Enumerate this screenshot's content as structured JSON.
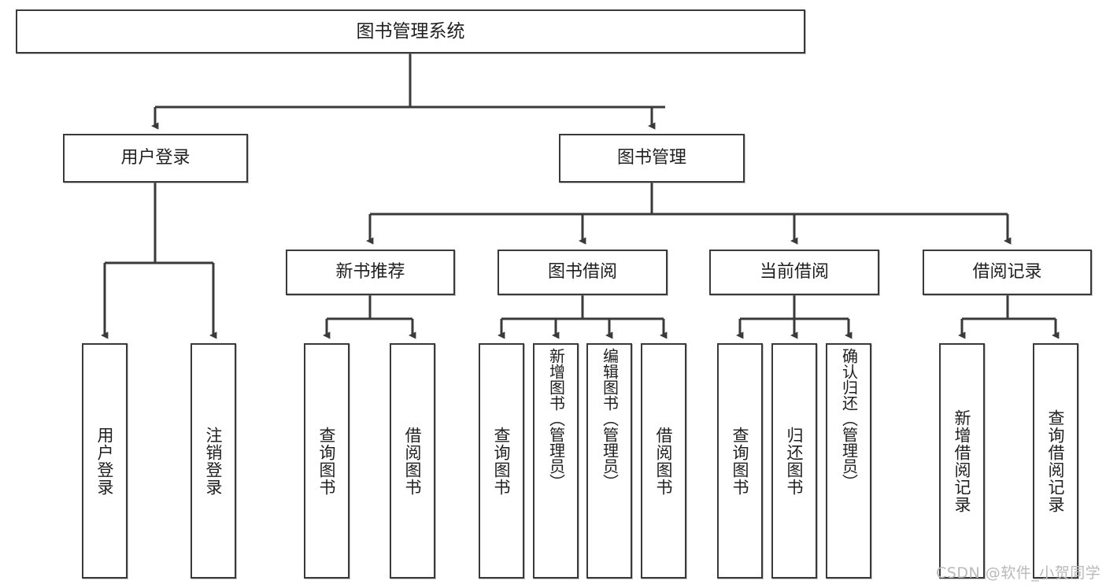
{
  "diagram": {
    "title": "图书管理系统",
    "type": "tree-hierarchy-diagram",
    "colors": {
      "background": "#ffffff",
      "node_border": "#3a3a3a",
      "node_fill": "#ffffff",
      "edge": "#3a3a3a",
      "text": "#1f1f1f",
      "watermark": "#b9b9b9"
    }
  },
  "nodes": {
    "root": {
      "label": "图书管理系统"
    },
    "level2": [
      {
        "label": "用户登录"
      },
      {
        "label": "图书管理"
      }
    ],
    "level3": [
      {
        "label": "新书推荐"
      },
      {
        "label": "图书借阅"
      },
      {
        "label": "当前借阅"
      },
      {
        "label": "借阅记录"
      }
    ],
    "leaves": {
      "user_login": [
        {
          "label": "用户登录"
        },
        {
          "label": "注销登录"
        }
      ],
      "new_book_recommend": [
        {
          "label": "查询图书"
        },
        {
          "label": "借阅图书"
        }
      ],
      "book_borrow": [
        {
          "label": "查询图书"
        },
        {
          "label": "新增图书（管理员）"
        },
        {
          "label": "编辑图书（管理员）"
        },
        {
          "label": "借阅图书"
        }
      ],
      "current_borrow": [
        {
          "label": "查询图书"
        },
        {
          "label": "归还图书"
        },
        {
          "label": "确认归还（管理员）"
        }
      ],
      "borrow_record": [
        {
          "label": "新增借阅记录"
        },
        {
          "label": "查询借阅记录"
        }
      ]
    }
  },
  "watermark": {
    "text": "CSDN @软件_小贺同学"
  }
}
